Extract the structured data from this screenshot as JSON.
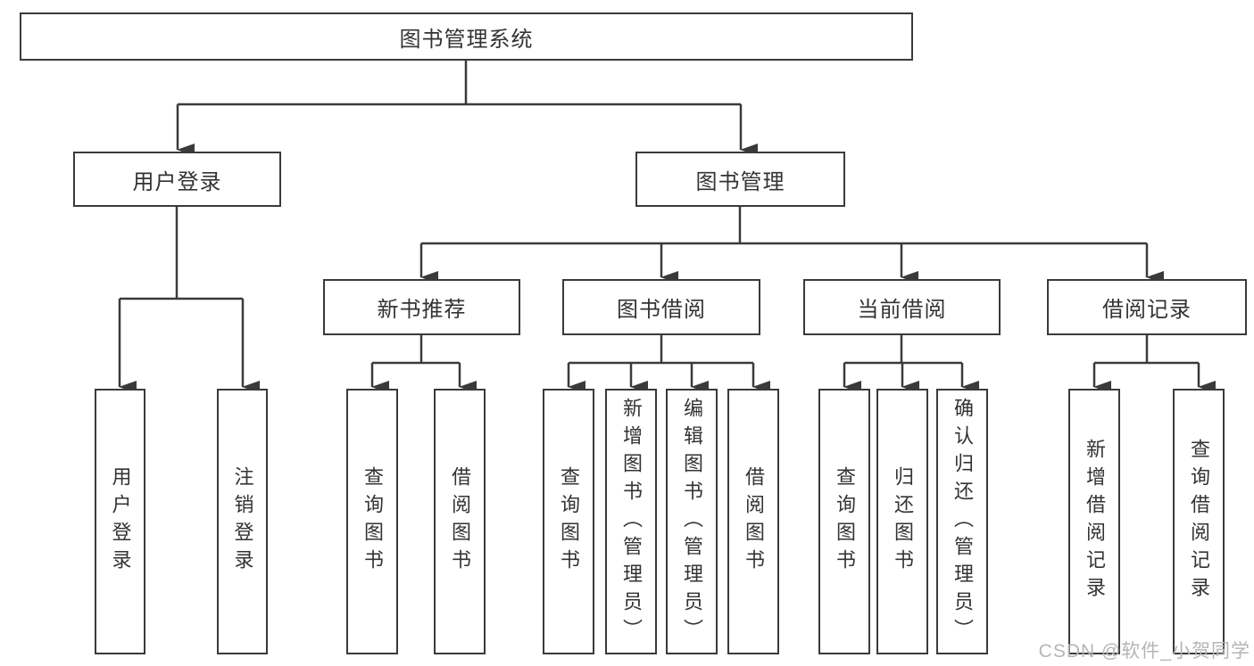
{
  "diagram": {
    "type": "tree",
    "background_color": "#ffffff",
    "line_color": "#3a3a3a",
    "text_color": "#333333",
    "tree": {
      "label": "图书管理系统",
      "children": [
        {
          "label": "用户登录",
          "children": [
            {
              "label": "用户登录"
            },
            {
              "label": "注销登录"
            }
          ]
        },
        {
          "label": "图书管理",
          "children": [
            {
              "label": "新书推荐",
              "children": [
                {
                  "label": "查询图书"
                },
                {
                  "label": "借阅图书"
                }
              ]
            },
            {
              "label": "图书借阅",
              "children": [
                {
                  "label": "查询图书"
                },
                {
                  "label": "新增图书（管理员）"
                },
                {
                  "label": "编辑图书（管理员）"
                },
                {
                  "label": "借阅图书"
                }
              ]
            },
            {
              "label": "当前借阅",
              "children": [
                {
                  "label": "查询图书"
                },
                {
                  "label": "归还图书"
                },
                {
                  "label": "确认归还（管理员）"
                }
              ]
            },
            {
              "label": "借阅记录",
              "children": [
                {
                  "label": "新增借阅记录"
                },
                {
                  "label": "查询借阅记录"
                }
              ]
            }
          ]
        }
      ]
    }
  },
  "watermark": {
    "text": "CSDN @软件_小贺同学",
    "color": "#b5b5b8"
  }
}
